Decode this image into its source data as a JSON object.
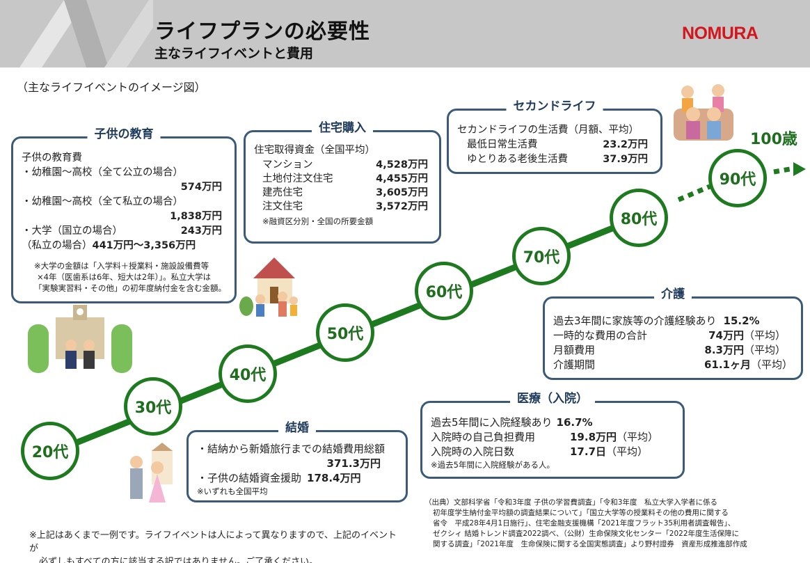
{
  "header": {
    "title": "ライフプランの必要性",
    "subtitle": "主なライフイベントと費用",
    "logo": "NOMURA"
  },
  "caption": "（主なライフイベントのイメージ図）",
  "education": {
    "title": "子供の教育",
    "heading": "子供の教育費",
    "public_label": "・幼稚園～高校（全て公立の場合）",
    "public_value": "574万円",
    "private_label": "・幼稚園～高校（全て私立の場合）",
    "private_value": "1,838万円",
    "univ_national_label": "・大学（国立の場合）",
    "univ_national_value": "243万円",
    "univ_private_label": "（私立の場合）",
    "univ_private_value": "441万円～3,356万円",
    "note1": "※大学の金額は「入学料＋授業料・施設設備費等",
    "note2": "×4年（医歯系は6年、短大は2年）」。私立大学は",
    "note3": "「実験実習料・その他」の初年度納付金を含む金額。"
  },
  "housing": {
    "title": "住宅購入",
    "heading": "住宅取得資金（全国平均）",
    "items": [
      {
        "label": "マンション",
        "value": "4,528万円"
      },
      {
        "label": "土地付注文住宅",
        "value": "4,455万円"
      },
      {
        "label": "建売住宅",
        "value": "3,605万円"
      },
      {
        "label": "注文住宅",
        "value": "3,572万円"
      }
    ],
    "note": "※融資区分別・全国の所要金額"
  },
  "second_life": {
    "title": "セカンドライフ",
    "heading": "セカンドライフの生活費（月額、平均）",
    "items": [
      {
        "label": "最低日常生活費",
        "value": "23.2万円"
      },
      {
        "label": "ゆとりある老後生活費",
        "value": "37.9万円"
      }
    ]
  },
  "care": {
    "title": "介護",
    "items": [
      {
        "label": "過去3年間に家族等の介護経験あり",
        "value": "15.2%",
        "suffix": ""
      },
      {
        "label": "一時的な費用の合計",
        "value": "74万円",
        "suffix": "（平均）"
      },
      {
        "label": "月額費用",
        "value": "8.3万円",
        "suffix": "（平均）"
      },
      {
        "label": "介護期間",
        "value": "61.1ヶ月",
        "suffix": "（平均）"
      }
    ]
  },
  "medical": {
    "title": "医療（入院）",
    "items": [
      {
        "label": "過去5年間に入院経験あり",
        "value": "16.7%",
        "suffix": ""
      },
      {
        "label": "入院時の自己負担費用",
        "value": "19.8万円",
        "suffix": "（平均）"
      },
      {
        "label": "入院時の入院日数",
        "value": "17.7日",
        "suffix": "（平均）"
      }
    ],
    "note": "※過去5年間に入院経験がある人。"
  },
  "marriage": {
    "title": "結婚",
    "item1_label": "・結納から新婚旅行までの結婚費用総額",
    "item1_value": "371.3万円",
    "item2_label": "・子供の結婚資金援助",
    "item2_value": "178.4万円",
    "note": "※いずれも全国平均"
  },
  "timeline": {
    "ages": [
      "20代",
      "30代",
      "40代",
      "50代",
      "60代",
      "70代",
      "80代",
      "90代"
    ],
    "end_label": "100歳"
  },
  "footnote": {
    "line1": "※上記はあくまで一例です。ライフイベントは人によって異なりますので、上記のイベントが",
    "line2": "必ずしもすべての方に該当する訳ではありません。ご了承ください。"
  },
  "source": {
    "line1": "（出典）文部科学省「令和3年度 子供の学習費調査」「令和3年度　私立大学入学者に係る",
    "line2": "初年度学生納付金平均額の調査結果について」「国立大学等の授業料その他の費用に関する",
    "line3": "省令　平成28年4月1日施行」、住宅金融支援機構「2021年度フラット35利用者調査報告」、",
    "line4": "ゼクシィ 結婚トレンド調査2022調べ、（公財）生命保険文化センター「2022年度生活保障に",
    "line5": "関する調査」「2021年度　生命保険に関する全国実態調査」より野村證券　資産形成推進部作成"
  },
  "colors": {
    "green": "#1e7a1e",
    "navy": "#3b5a78",
    "red": "#d2161e"
  }
}
